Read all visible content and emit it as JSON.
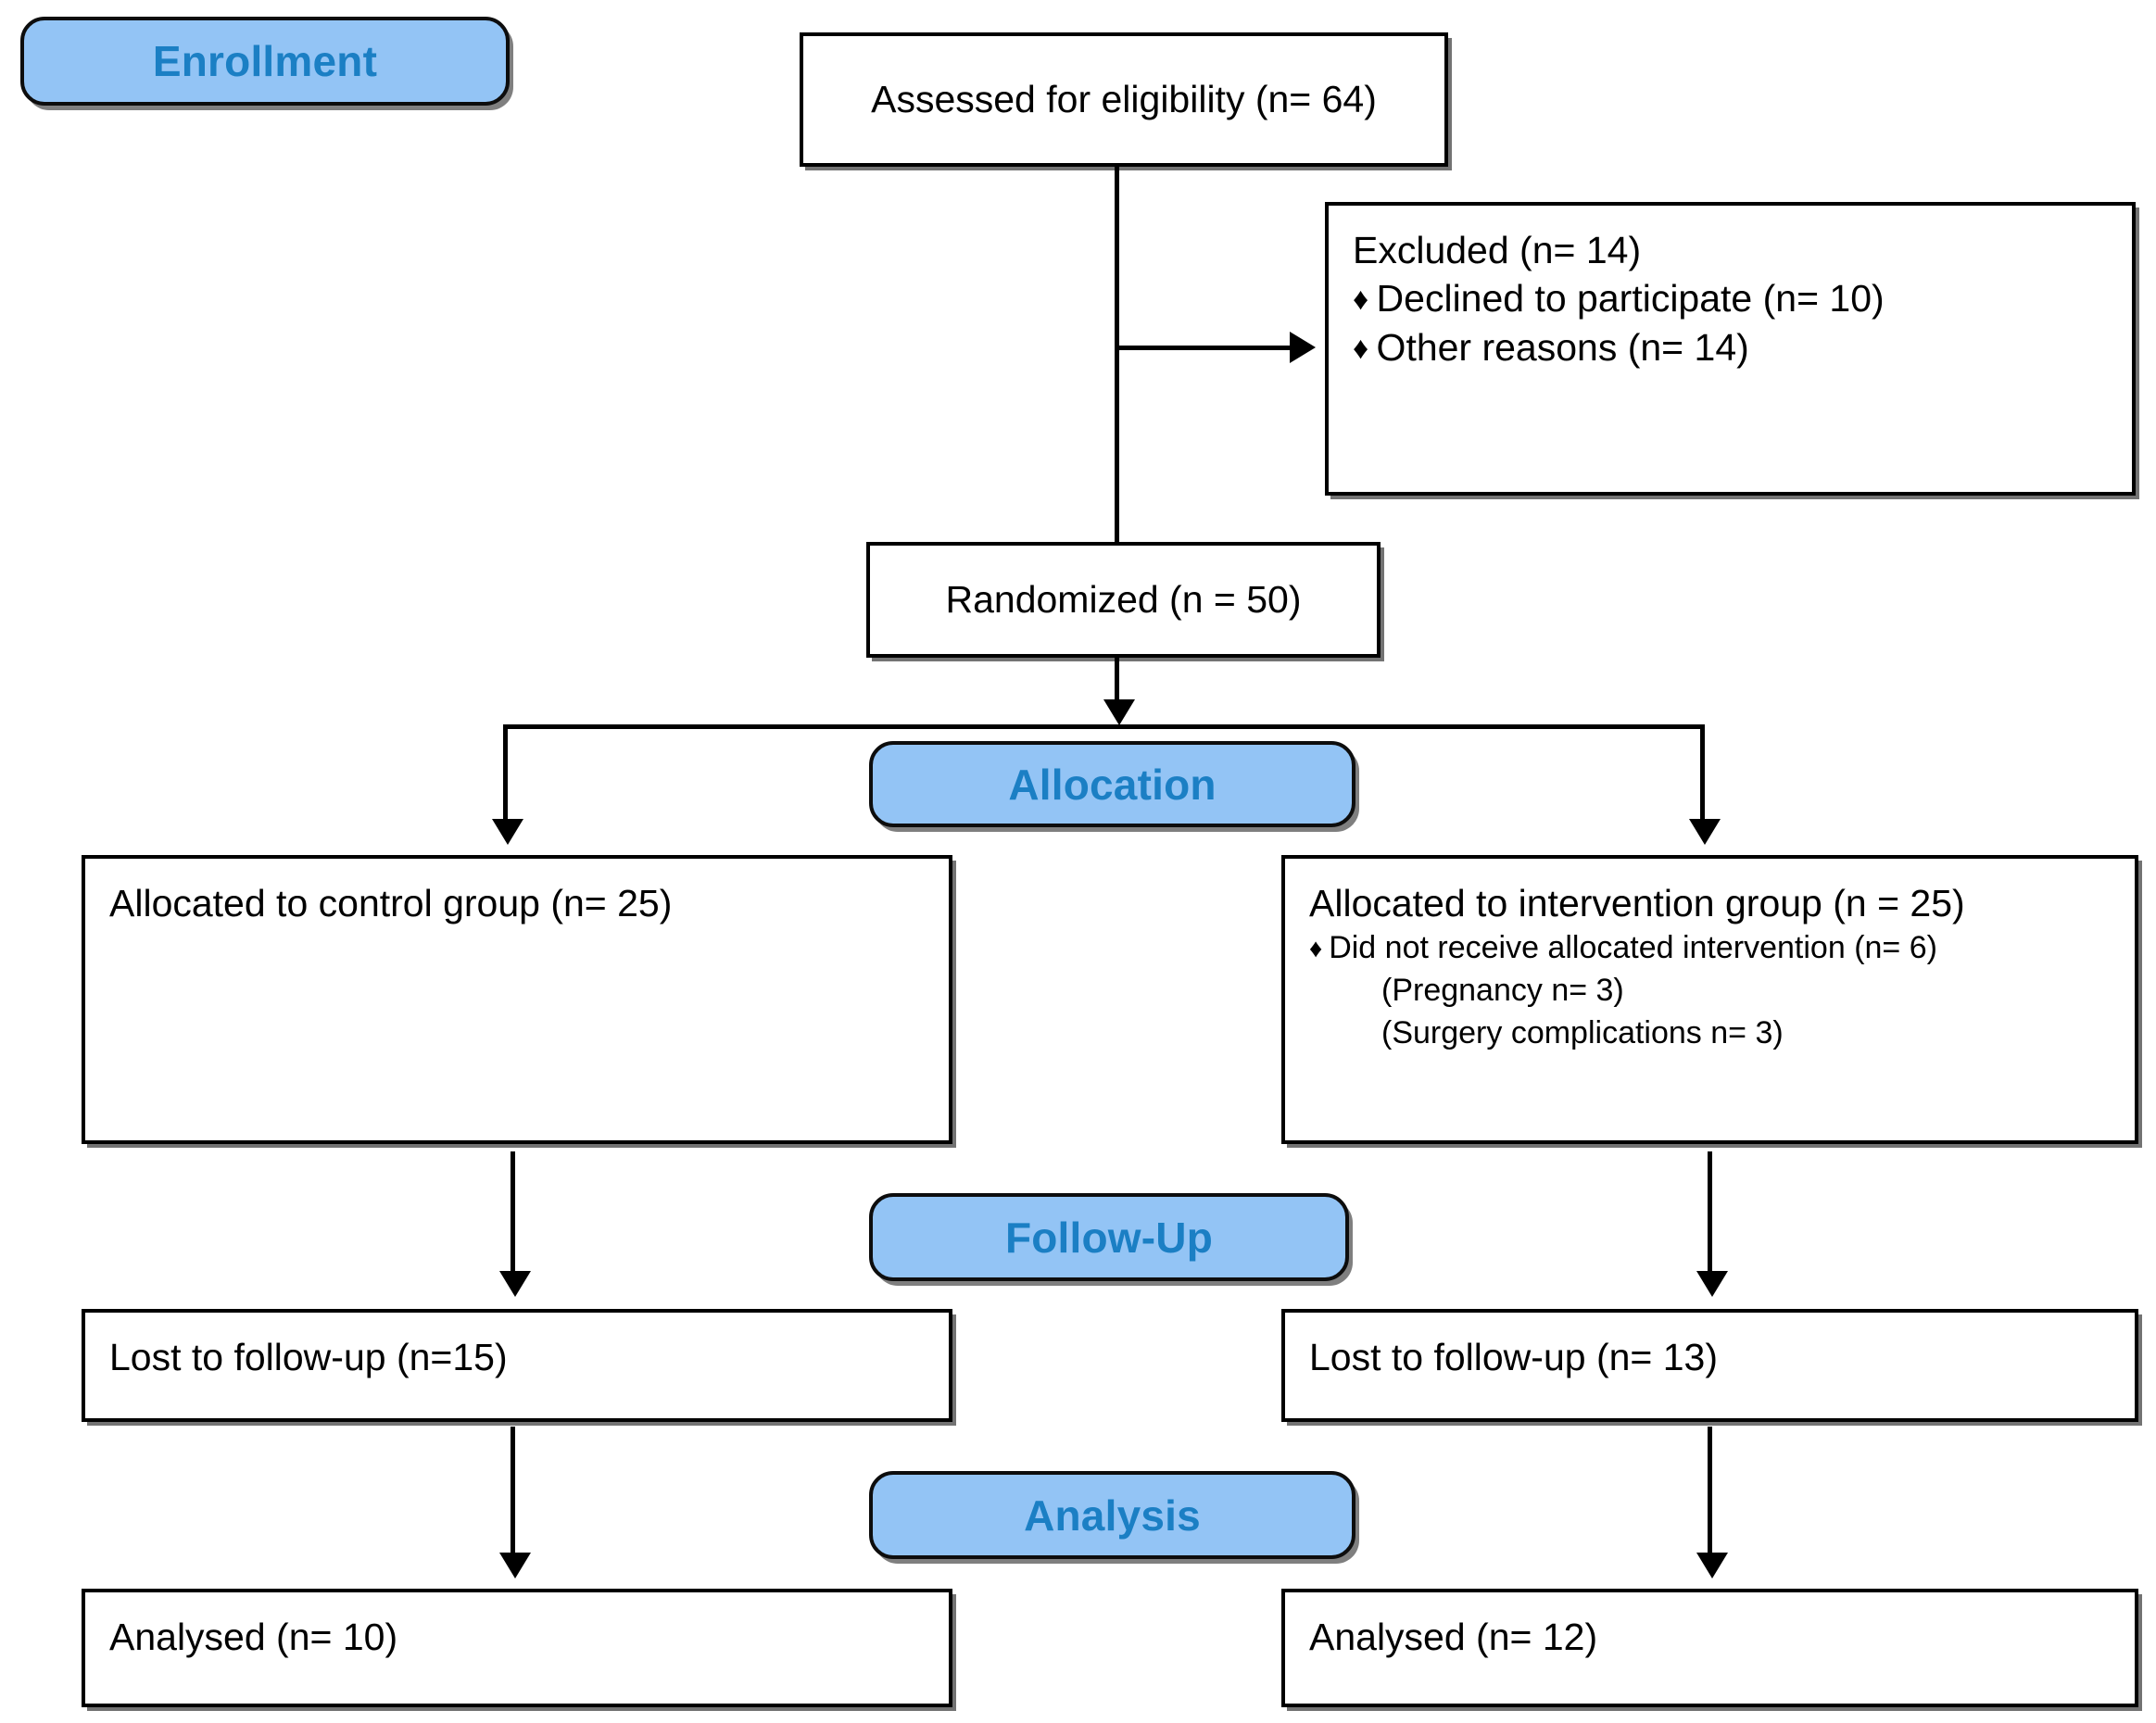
{
  "diagram": {
    "title": "CONSORT Participant Flow Diagram",
    "colors": {
      "banner_fill": "#93c4f5",
      "banner_text": "#1b7fc4",
      "box_border": "#000000",
      "box_fill": "#ffffff",
      "connector": "#000000"
    }
  },
  "stages": {
    "enrollment": "Enrollment",
    "allocation": "Allocation",
    "followup": "Follow-Up",
    "analysis": "Analysis"
  },
  "boxes": {
    "assessed": {
      "text": "Assessed for eligibility (n= 64)"
    },
    "excluded": {
      "heading": "Excluded (n= 14)",
      "bullet_glyph": "♦",
      "reasons": [
        "Declined to participate (n= 10)",
        "Other reasons (n= 14)"
      ]
    },
    "randomized": {
      "text": "Randomized (n = 50)"
    },
    "allocated_control": {
      "heading": "Allocated to control group (n= 25)",
      "notes": []
    },
    "allocated_intervention": {
      "heading": "Allocated to intervention group (n = 25)",
      "bullet_glyph": "♦",
      "bullet": "Did not receive allocated intervention (n= 6)",
      "sub_notes": [
        "(Pregnancy n= 3)",
        "(Surgery complications n= 3)"
      ]
    },
    "lost_control": {
      "text": "Lost to follow-up (n=15)"
    },
    "lost_intervention": {
      "text": "Lost to follow-up (n= 13)"
    },
    "analysed_control": {
      "text": "Analysed (n= 10)"
    },
    "analysed_intervention": {
      "text": "Analysed (n= 12)"
    }
  }
}
